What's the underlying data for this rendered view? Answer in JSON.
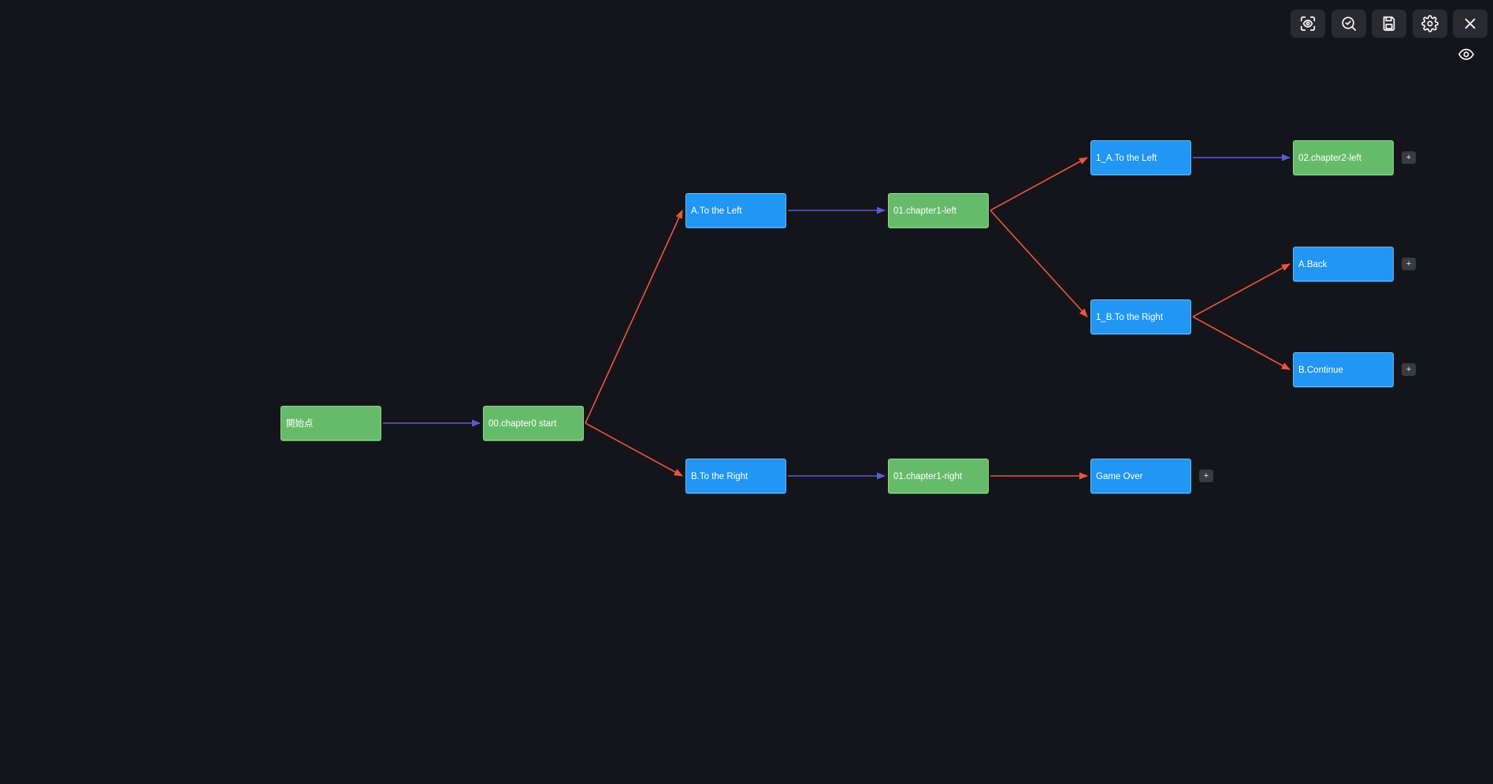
{
  "toolbar": {
    "buttons": [
      {
        "name": "focus-view-button",
        "icon": "scan-eye-icon"
      },
      {
        "name": "zoom-fit-button",
        "icon": "search-check-icon"
      },
      {
        "name": "save-button",
        "icon": "save-icon"
      },
      {
        "name": "settings-button",
        "icon": "gear-icon"
      },
      {
        "name": "close-button",
        "icon": "close-icon"
      }
    ],
    "visibility_toggle_icon": "eye-icon"
  },
  "colors": {
    "background": "#14151a",
    "scene_node": "#66bb6a",
    "choice_node": "#2196f3",
    "edge_default": "#5b5bd6",
    "edge_branch": "#f0533e"
  },
  "graph": {
    "nodes": [
      {
        "id": "start",
        "label": "開始点",
        "type": "scene"
      },
      {
        "id": "ch0",
        "label": "00.chapter0 start",
        "type": "scene"
      },
      {
        "id": "a_left",
        "label": "A.To the Left",
        "type": "choice"
      },
      {
        "id": "b_right",
        "label": "B.To the Right",
        "type": "choice"
      },
      {
        "id": "ch1_left",
        "label": "01.chapter1-left",
        "type": "scene"
      },
      {
        "id": "ch1_right",
        "label": "01.chapter1-right",
        "type": "scene"
      },
      {
        "id": "1a_left",
        "label": "1_A.To the Left",
        "type": "choice"
      },
      {
        "id": "1b_right",
        "label": "1_B.To the Right",
        "type": "choice"
      },
      {
        "id": "game_over",
        "label": "Game Over",
        "type": "choice",
        "has_add": true
      },
      {
        "id": "ch2_left",
        "label": "02.chapter2-left",
        "type": "scene",
        "has_add": true
      },
      {
        "id": "a_back",
        "label": "A.Back",
        "type": "choice",
        "has_add": true
      },
      {
        "id": "b_continue",
        "label": "B.Continue",
        "type": "choice",
        "has_add": true
      }
    ],
    "edges": [
      {
        "from": "start",
        "to": "ch0",
        "kind": "default"
      },
      {
        "from": "ch0",
        "to": "a_left",
        "kind": "branch"
      },
      {
        "from": "ch0",
        "to": "b_right",
        "kind": "branch"
      },
      {
        "from": "a_left",
        "to": "ch1_left",
        "kind": "default"
      },
      {
        "from": "b_right",
        "to": "ch1_right",
        "kind": "default"
      },
      {
        "from": "ch1_left",
        "to": "1a_left",
        "kind": "branch"
      },
      {
        "from": "ch1_left",
        "to": "1b_right",
        "kind": "branch"
      },
      {
        "from": "ch1_right",
        "to": "game_over",
        "kind": "branch"
      },
      {
        "from": "1a_left",
        "to": "ch2_left",
        "kind": "default"
      },
      {
        "from": "1b_right",
        "to": "a_back",
        "kind": "branch"
      },
      {
        "from": "1b_right",
        "to": "b_continue",
        "kind": "branch"
      }
    ],
    "add_label": "+"
  }
}
